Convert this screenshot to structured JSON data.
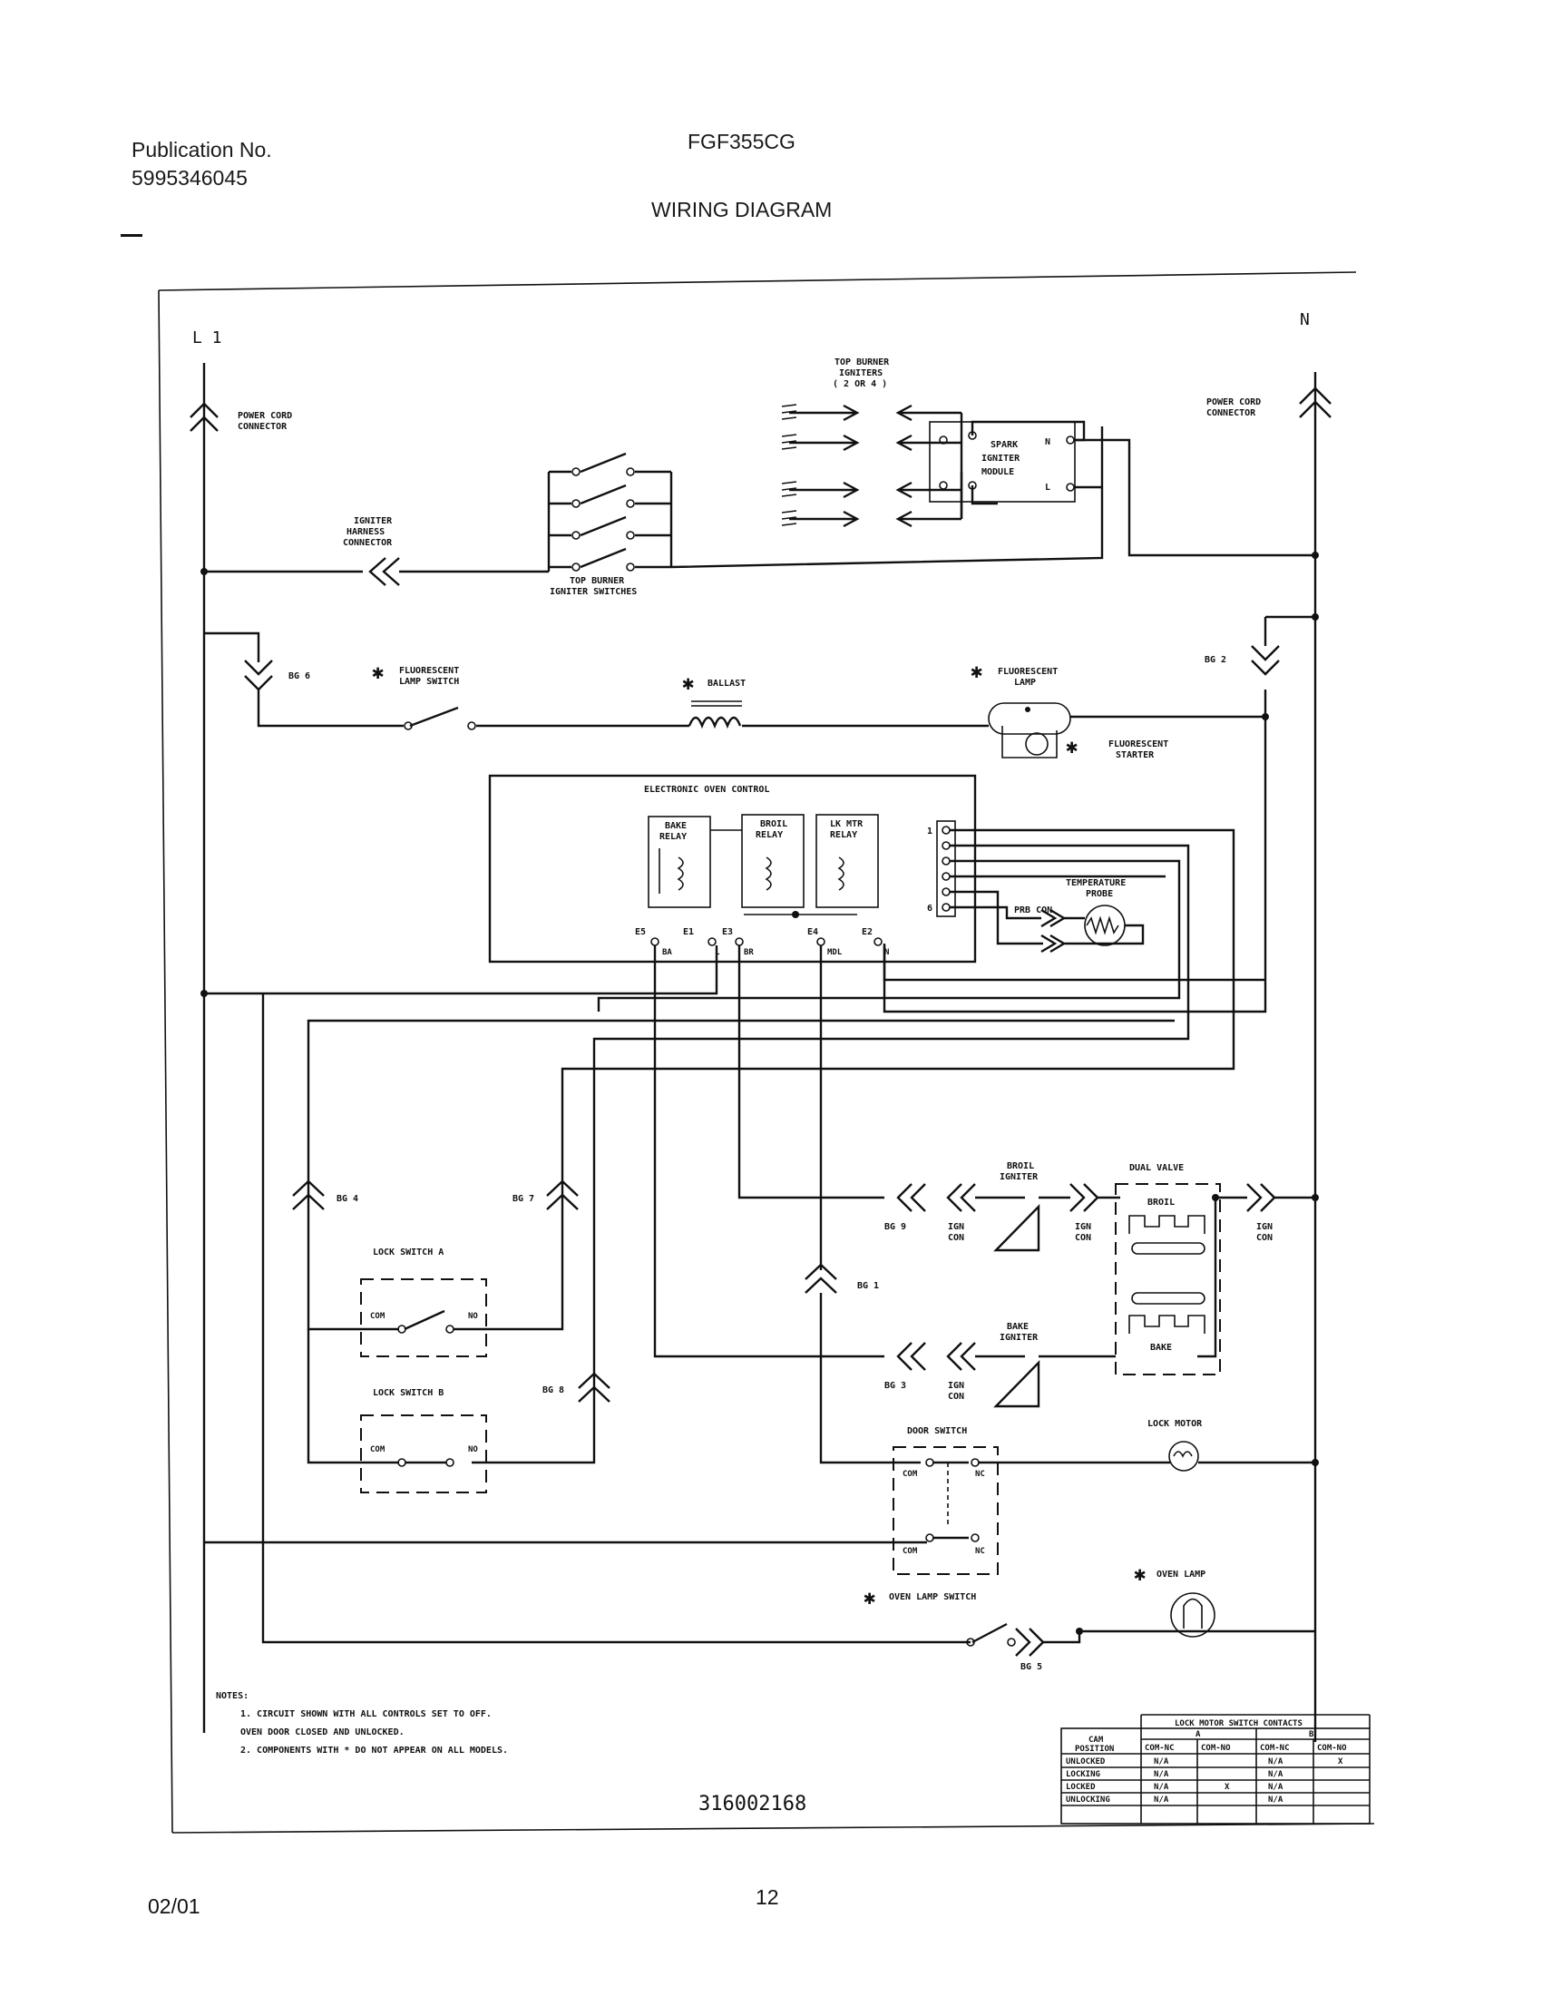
{
  "header": {
    "publication_label": "Publication No.",
    "publication_number": "5995346045",
    "model": "FGF355CG",
    "title": "WIRING DIAGRAM"
  },
  "diagram": {
    "line_l1": "L 1",
    "line_n": "N",
    "power_cord_left": [
      "POWER CORD",
      "CONNECTOR"
    ],
    "power_cord_right": [
      "POWER CORD",
      "CONNECTOR"
    ],
    "top_burner_igniters": [
      "TOP BURNER",
      "IGNITERS",
      "( 2 OR 4 )"
    ],
    "spark_module": [
      "SPARK",
      "IGNITER",
      "MODULE"
    ],
    "spark_n": "N",
    "spark_l": "L",
    "harness_connector": [
      "IGNITER",
      "HARNESS",
      "CONNECTOR"
    ],
    "igniter_switches": [
      "TOP BURNER",
      "IGNITER SWITCHES"
    ],
    "bg6": "BG 6",
    "bg2": "BG 2",
    "bg4": "BG 4",
    "bg7": "BG 7",
    "bg8": "BG 8",
    "bg9": "BG 9",
    "bg1": "BG 1",
    "bg3": "BG 3",
    "bg5": "BG 5",
    "fluor_lamp_switch": [
      "FLUORESCENT",
      "LAMP SWITCH"
    ],
    "ballast": "BALLAST",
    "fluor_lamp": [
      "FLUORESCENT",
      "LAMP"
    ],
    "fluor_starter": [
      "FLUORESCENT",
      "STARTER"
    ],
    "eoc": "ELECTRONIC OVEN CONTROL",
    "bake_relay": [
      "BAKE",
      "RELAY"
    ],
    "broil_relay": [
      "BROIL",
      "RELAY"
    ],
    "lk_relay": [
      "LK MTR",
      "RELAY"
    ],
    "pin_1": "1",
    "pin_6": "6",
    "temp_probe": [
      "TEMPERATURE",
      "PROBE"
    ],
    "prb_con": "PRB CON",
    "terminals": [
      "E5",
      "E1",
      "E3",
      "E4",
      "E2"
    ],
    "term_sub": [
      "BA",
      "L",
      "BR",
      "MDL",
      "N"
    ],
    "lock_switch_a": "LOCK SWITCH A",
    "lock_switch_b": "LOCK SWITCH B",
    "com": "COM",
    "no": "NO",
    "nc": "NC",
    "broil_igniter": [
      "BROIL",
      "IGNITER"
    ],
    "bake_igniter": [
      "BAKE",
      "IGNITER"
    ],
    "ign_con": [
      "IGN",
      "CON"
    ],
    "dual_valve": "DUAL VALVE",
    "broil": "BROIL",
    "bake": "BAKE",
    "door_switch": "DOOR SWITCH",
    "lock_motor": "LOCK MOTOR",
    "oven_lamp": "OVEN LAMP",
    "oven_lamp_switch": "OVEN LAMP SWITCH",
    "notes": [
      "NOTES:",
      "1. CIRCUIT SHOWN WITH ALL CONTROLS SET TO OFF.",
      "   OVEN DOOR CLOSED AND UNLOCKED.",
      "2. COMPONENTS WITH * DO NOT APPEAR ON ALL MODELS."
    ],
    "part_number": "316002168",
    "table": {
      "title": "LOCK MOTOR SWITCH CONTACTS",
      "cam_position": [
        "CAM",
        "POSITION"
      ],
      "groups": [
        "A",
        "B"
      ],
      "sub_headers": [
        "COM-NC",
        "COM-NO",
        "COM-NC",
        "COM-NO"
      ],
      "rows": [
        {
          "label": "UNLOCKED",
          "cells": [
            "N/A",
            "",
            "N/A",
            "X"
          ]
        },
        {
          "label": "LOCKING",
          "cells": [
            "N/A",
            "",
            "N/A",
            ""
          ]
        },
        {
          "label": "LOCKED",
          "cells": [
            "N/A",
            "X",
            "N/A",
            ""
          ]
        },
        {
          "label": "UNLOCKING",
          "cells": [
            "N/A",
            "",
            "N/A",
            ""
          ]
        }
      ]
    }
  },
  "footer": {
    "date": "02/01",
    "page": "12"
  }
}
